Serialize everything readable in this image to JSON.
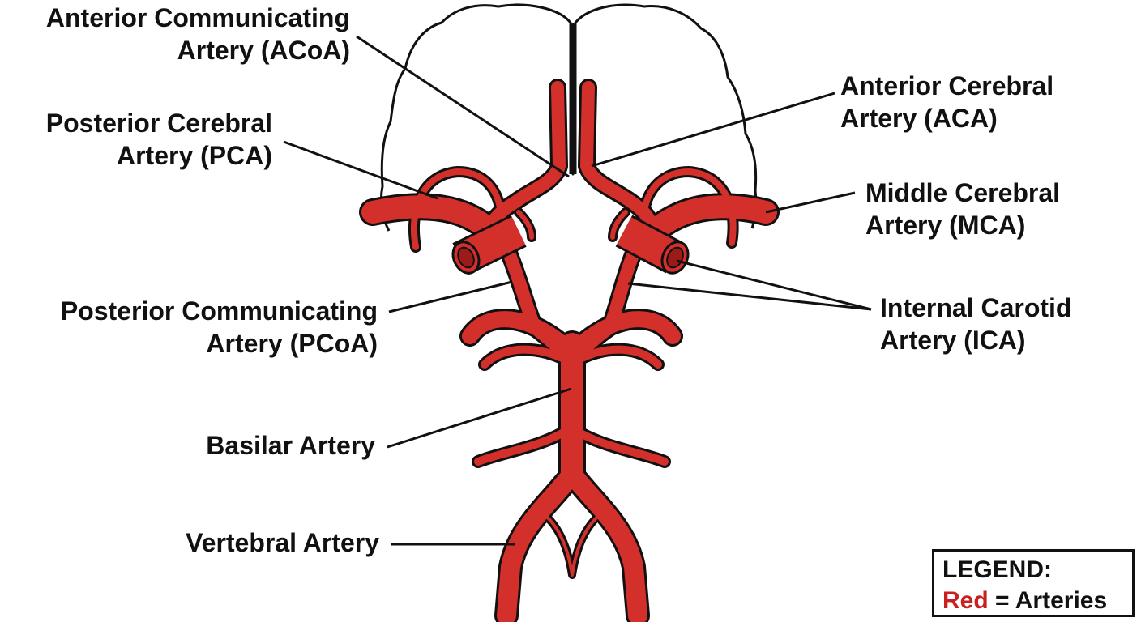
{
  "title": "Circle of Willis - cerebral arteries",
  "labels": {
    "acoa": [
      "Anterior Communicating",
      "Artery (ACoA)"
    ],
    "aca": [
      "Anterior Cerebral",
      "Artery (ACA)"
    ],
    "pca": [
      "Posterior Cerebral",
      "Artery (PCA)"
    ],
    "mca": [
      "Middle Cerebral",
      "Artery (MCA)"
    ],
    "ica": [
      "Internal Carotid",
      "Artery (ICA)"
    ],
    "pcoa": [
      "Posterior Communicating",
      "Artery (PCoA)"
    ],
    "basilar": "Basilar Artery",
    "vertebral": "Vertebral Artery"
  },
  "legend": {
    "title": "LEGEND:",
    "key": "Red",
    "equals": " = ",
    "meaning": "Arteries"
  },
  "colors": {
    "artery": "#d3302c",
    "outline": "#111111"
  }
}
